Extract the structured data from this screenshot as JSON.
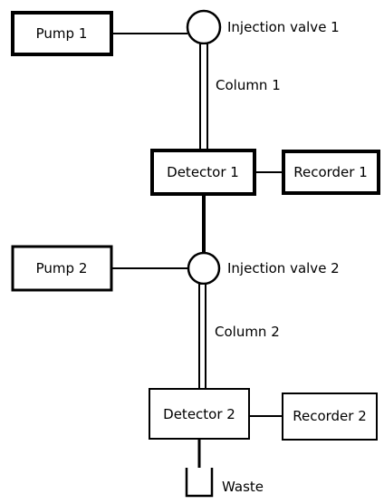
{
  "components": {
    "pump_1": "Pump 1",
    "injection_valve_1": "Injection valve 1",
    "column_1": "Column 1",
    "detector_1": "Detector 1",
    "recorder_1": "Recorder 1",
    "pump_2": "Pump 2",
    "injection_valve_2": "Injection valve 2",
    "column_2": "Column 2",
    "detector_2": "Detector 2",
    "recorder_2": "Recorder 2",
    "waste": "Waste"
  }
}
